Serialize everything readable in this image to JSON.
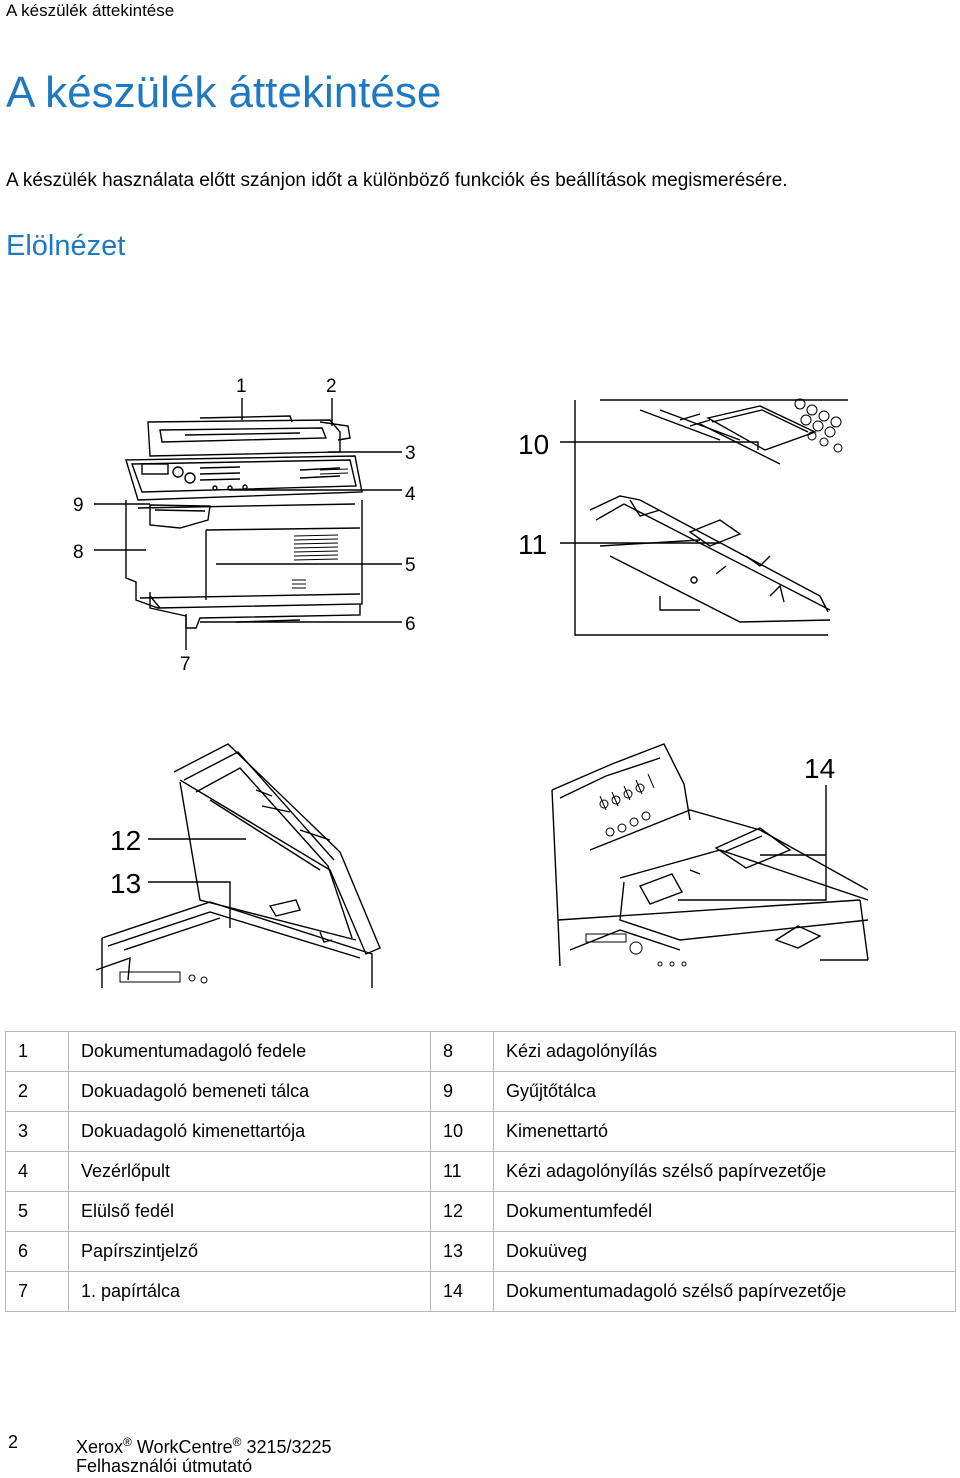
{
  "header": {
    "running_title": "A készülék áttekintése"
  },
  "title": "A készülék áttekintése",
  "intro": "A készülék használata előtt szánjon időt a különböző funkciók és beállítások megismerésére.",
  "section_title": "Elölnézet",
  "figure": {
    "callouts": [
      "1",
      "2",
      "3",
      "4",
      "5",
      "6",
      "7",
      "8",
      "9",
      "10",
      "11",
      "12",
      "13",
      "14"
    ]
  },
  "legend": [
    {
      "num_a": "1",
      "label_a": "Dokumentumadagoló fedele",
      "num_b": "8",
      "label_b": "Kézi adagolónyílás"
    },
    {
      "num_a": "2",
      "label_a": "Dokuadagoló bemeneti tálca",
      "num_b": "9",
      "label_b": "Gyűjtőtálca"
    },
    {
      "num_a": "3",
      "label_a": "Dokuadagoló kimenettartója",
      "num_b": "10",
      "label_b": "Kimenettartó"
    },
    {
      "num_a": "4",
      "label_a": "Vezérlőpult",
      "num_b": "11",
      "label_b": "Kézi adagolónyílás szélső papírvezetője"
    },
    {
      "num_a": "5",
      "label_a": "Elülső fedél",
      "num_b": "12",
      "label_b": "Dokumentumfedél"
    },
    {
      "num_a": "6",
      "label_a": "Papírszintjelző",
      "num_b": "13",
      "label_b": "Dokuüveg"
    },
    {
      "num_a": "7",
      "label_a": "1. papírtálca",
      "num_b": "14",
      "label_b": "Dokumentumadagoló szélső papírvezetője"
    }
  ],
  "footer": {
    "page_number": "2",
    "brand": "Xerox",
    "product": "WorkCentre",
    "model": "3215/3225",
    "registered_mark": "®",
    "guide": "Felhasználói útmutató"
  }
}
